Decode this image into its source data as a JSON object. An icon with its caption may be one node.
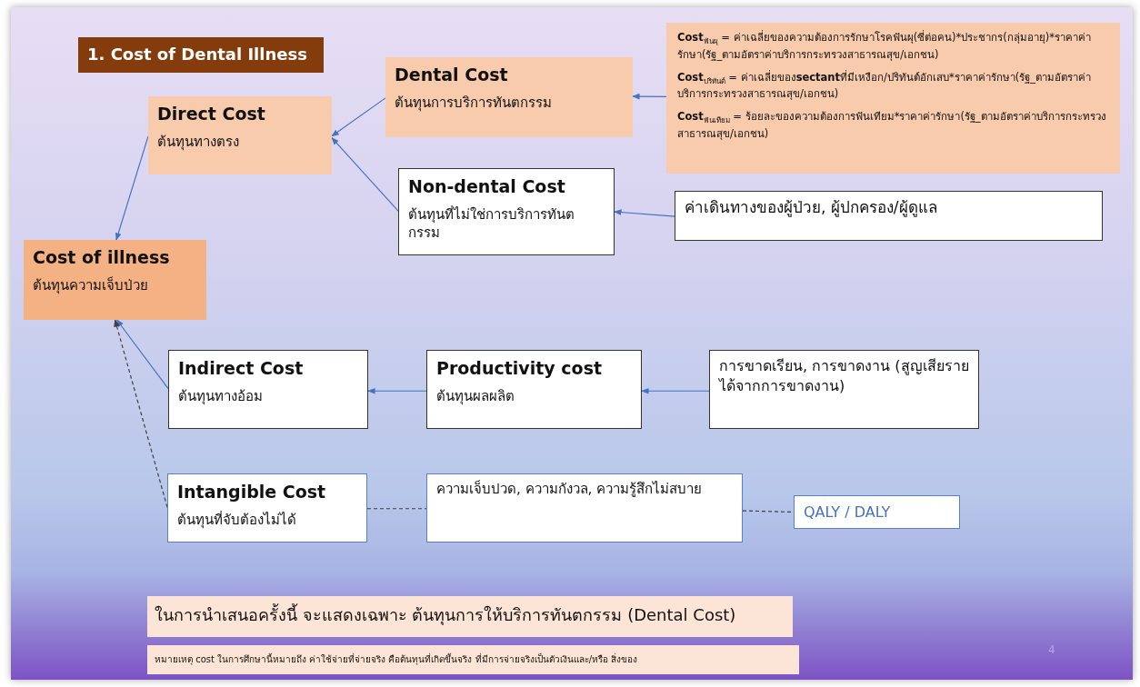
{
  "diagram": {
    "title": "1. Cost of Dental Illness",
    "nodes": [
      {
        "text": [
          "Direct Cost",
          "ต้นทุนทางตรง"
        ]
      },
      {
        "text": [
          "Dental Cost",
          "ต้นทุนการบริการทันตกรรม"
        ]
      },
      {
        "text": [
          "**Cost**$_{ฟันผุ}$ = ค่าเฉลี่ยของความต้องการรักษาโรคฟันผุ(ซี่ต่อคน)*ประชากร(กลุ่มอายุ)*ราคาค่ารักษา(รัฐ_ตามอัตราค่าบริการกระทรวงสาธารณสุข/เอกชน)",
          "**Cost**$_{ปริทันต์}$ = ค่าเฉลี่ยของ**sectant**ที่มีเหงือก/ปริทันต์อักเสบ*ราคาค่ารักษา(รัฐ_ตามอัตราค่าบริการกระทรวงสาธารณสุข/เอกชน)",
          "**Cost**$_{ฟันเทียม}$ = ร้อยละของความต้องการฟันเทียม*ราคาค่ารักษา(รัฐ_ตามอัตราค่าบริการกระทรวงสาธารณสุข/เอกชน)"
        ]
      },
      {
        "text": [
          "Non-dental Cost",
          "ต้นทุนที่ไม่ใช่การบริการทันตกรรม"
        ]
      },
      {
        "text": [
          "ค่าเดินทางของผู้ป่วย, ผู้ปกครอง/ผู้ดูแล"
        ]
      },
      {
        "text": [
          "Cost of illness",
          "ต้นทุนความเจ็บป่วย"
        ]
      },
      {
        "text": [
          "Indirect Cost",
          "ต้นทุนทางอ้อม"
        ]
      },
      {
        "text": [
          "Productivity cost",
          "ต้นทุนผลผลิต"
        ]
      },
      {
        "text": [
          "การขาดเรียน, การขาดงาน (สูญเสียรายได้จากการขาดงาน)"
        ]
      },
      {
        "text": [
          "Intangible Cost",
          "ต้นทุนที่จับต้องไม่ได้"
        ]
      },
      {
        "text": [
          "ความเจ็บปวด, ความกังวล, ความรู้สึกไม่สบาย"
        ]
      },
      {
        "text": [
          "QALY / DALY"
        ]
      },
      {
        "text": [
          "ในการนำเสนอครั้งนี้ จะแสดงเฉพาะ ต้นทุนการให้บริการทันตกรรม (Dental Cost)"
        ]
      },
      {
        "text": [
          "หมายเหตุ cost ในการศึกษานี้หมายถึง ค่าใช้จ่ายที่จ่ายจริง คือต้นทุนที่เกิดขึ้นจริง ที่มีการจ่ายจริงเป็นตัวเงินและ/หรือ สิ่งของ"
        ]
      }
    ],
    "edges": [
      {
        "from": 0,
        "to": 5,
        "arrow": "to"
      },
      {
        "from": 1,
        "to": 0,
        "arrow": "to"
      },
      {
        "from": 3,
        "to": 0,
        "arrow": "to"
      },
      {
        "from": 2,
        "to": 1,
        "arrow": "to"
      },
      {
        "from": 4,
        "to": 3,
        "arrow": "to"
      },
      {
        "from": 6,
        "to": 5,
        "arrow": "to"
      },
      {
        "from": 7,
        "to": 6,
        "arrow": "to"
      },
      {
        "from": 8,
        "to": 7,
        "arrow": "to"
      },
      {
        "from": 9,
        "to": 5,
        "arrow": "to",
        "style": "dashed",
        "color": "#404040"
      },
      {
        "from": 9,
        "to": 10,
        "arrow": "none",
        "style": "dashed",
        "color": "#404040"
      },
      {
        "from": 10,
        "to": 11,
        "arrow": "none",
        "style": "dashed",
        "color": "#404040"
      }
    ],
    "labels": [
      "4"
    ]
  }
}
